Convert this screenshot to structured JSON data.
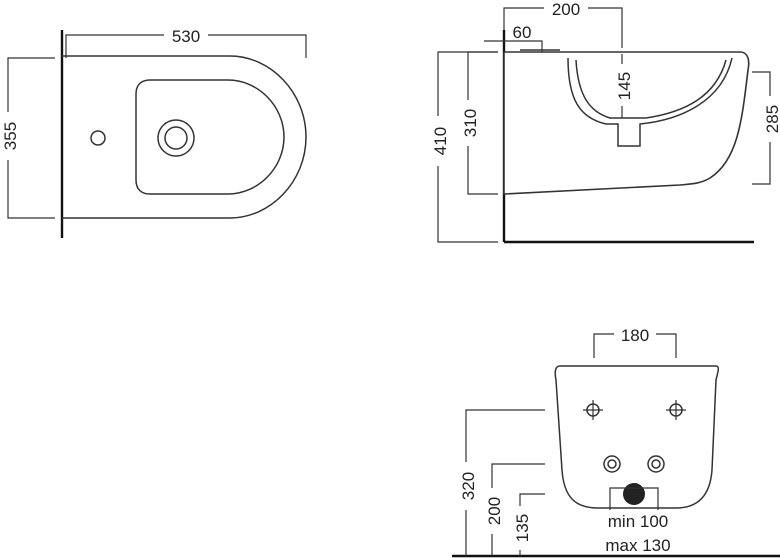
{
  "top_view": {
    "width_dim": "530",
    "depth_dim": "355"
  },
  "side_view": {
    "top_dim": "200",
    "offset_dim": "60",
    "bowl_depth_dim": "145",
    "height_total_dim": "410",
    "height_inner_dim": "310",
    "height_right_dim": "285"
  },
  "front_view": {
    "spacing_dim": "180",
    "height_320": "320",
    "height_200": "200",
    "height_135": "135",
    "min_label": "min 100",
    "max_label": "max 130"
  }
}
